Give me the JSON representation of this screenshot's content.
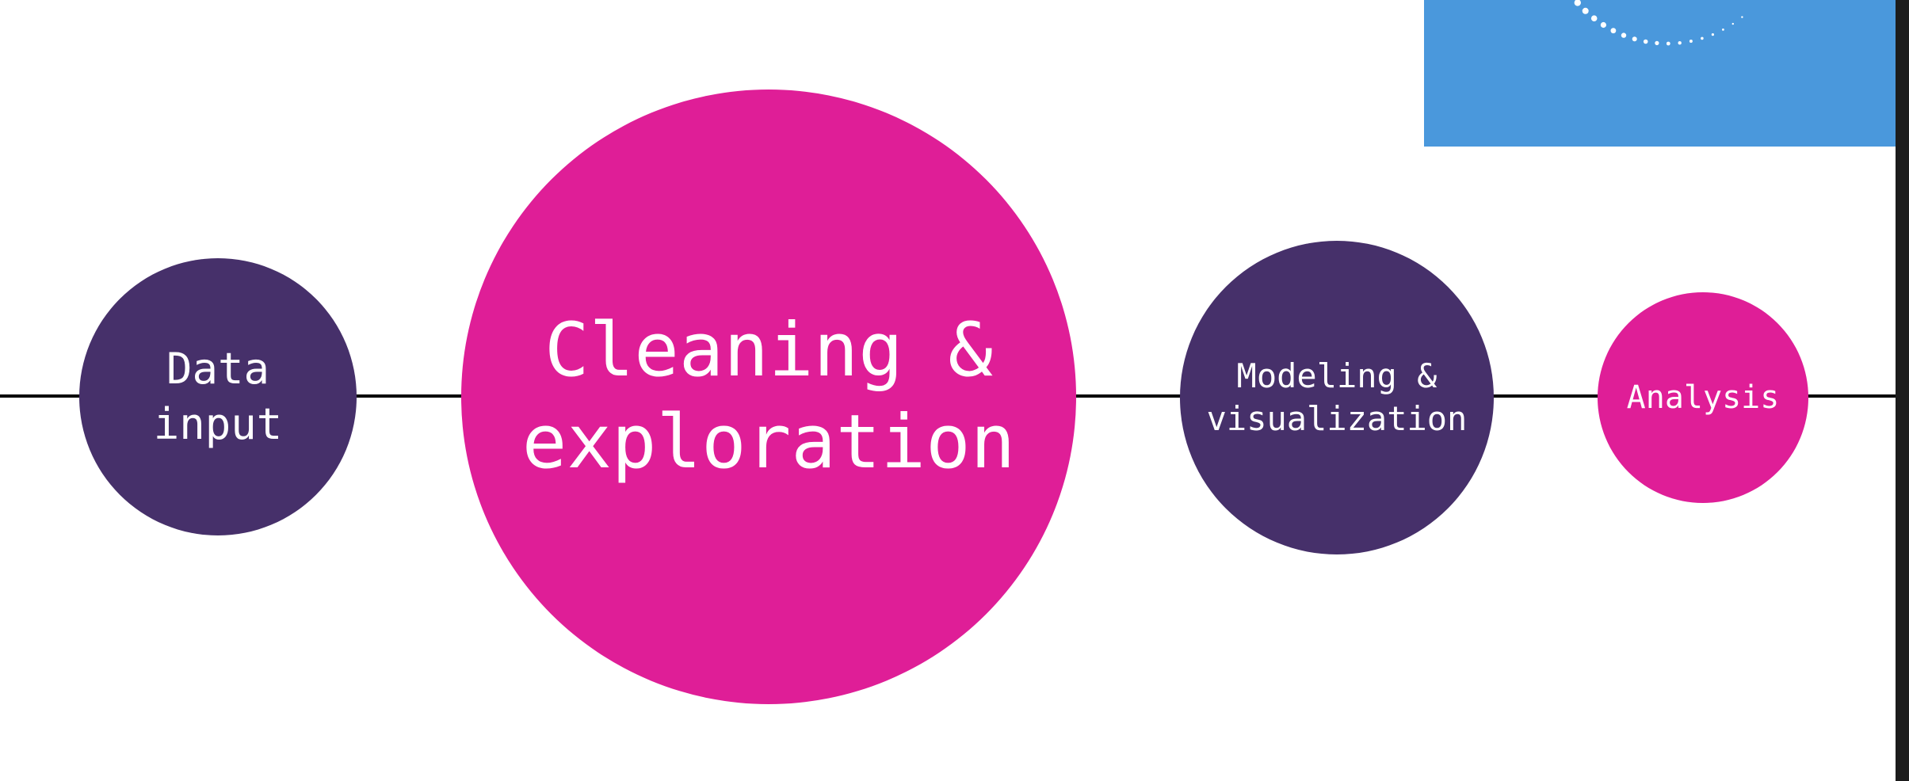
{
  "colors": {
    "purple": "#46306a",
    "magenta": "#df1e97",
    "blue_panel": "#4a98dc",
    "line": "#000000",
    "background": "#ffffff"
  },
  "stages": [
    {
      "label": "Data\ninput"
    },
    {
      "label": "Cleaning &\nexploration"
    },
    {
      "label": "Modeling &\nvisualization"
    },
    {
      "label": "Analysis"
    }
  ]
}
